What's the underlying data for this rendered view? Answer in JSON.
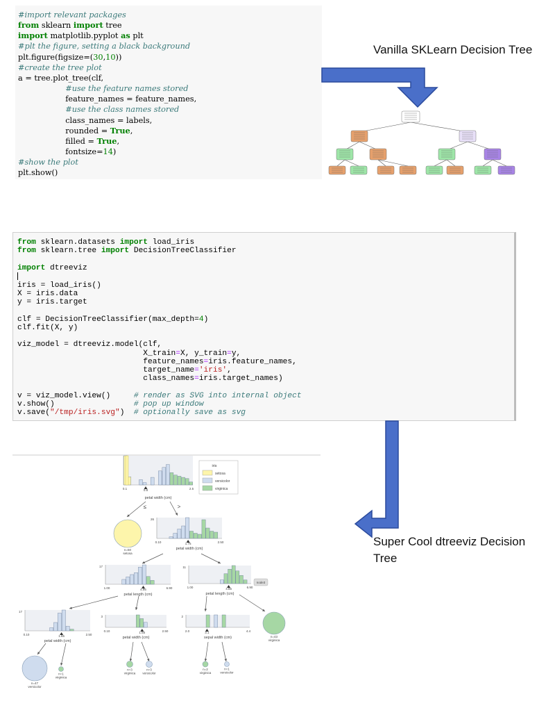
{
  "code_blocks": [
    {
      "name": "sklearn-plot-tree-code",
      "lines": [
        [
          [
            "c",
            "#import relevant packages"
          ]
        ],
        [
          [
            "k",
            "from"
          ],
          [
            "t",
            " sklearn "
          ],
          [
            "k",
            "import"
          ],
          [
            "t",
            " tree"
          ]
        ],
        [
          [
            "k",
            "import"
          ],
          [
            "t",
            " matplotlib.pyplot "
          ],
          [
            "k",
            "as"
          ],
          [
            "t",
            " plt"
          ]
        ],
        [
          [
            "c",
            "#plt the figure, setting a black background"
          ]
        ],
        [
          [
            "t",
            "plt.figure(figsize=("
          ],
          [
            "n",
            "30"
          ],
          [
            "t",
            ","
          ],
          [
            "n",
            "10"
          ],
          [
            "t",
            "))"
          ]
        ],
        [
          [
            "c",
            "#create the tree plot"
          ]
        ],
        [
          [
            "t",
            "a = tree.plot_tree(clf,"
          ]
        ],
        [
          [
            "t",
            "                   "
          ],
          [
            "c",
            "#use the feature names stored"
          ]
        ],
        [
          [
            "t",
            "                   feature_names = feature_names,"
          ]
        ],
        [
          [
            "t",
            "                   "
          ],
          [
            "c",
            "#use the class names stored"
          ]
        ],
        [
          [
            "t",
            "                   class_names = labels,"
          ]
        ],
        [
          [
            "t",
            "                   rounded = "
          ],
          [
            "k",
            "True"
          ],
          [
            "t",
            ","
          ]
        ],
        [
          [
            "t",
            "                   filled = "
          ],
          [
            "k",
            "True"
          ],
          [
            "t",
            ","
          ]
        ],
        [
          [
            "t",
            "                   fontsize="
          ],
          [
            "n",
            "14"
          ],
          [
            "t",
            ")"
          ]
        ],
        [
          [
            "c",
            "#show the plot"
          ]
        ],
        [
          [
            "t",
            "plt.show()"
          ]
        ]
      ]
    },
    {
      "name": "dtreeviz-code",
      "lines": [
        [
          [
            "k",
            "from"
          ],
          [
            "t",
            " sklearn.datasets "
          ],
          [
            "k",
            "import"
          ],
          [
            "t",
            " load_iris"
          ]
        ],
        [
          [
            "k",
            "from"
          ],
          [
            "t",
            " sklearn.tree "
          ],
          [
            "k",
            "import"
          ],
          [
            "t",
            " DecisionTreeClassifier"
          ]
        ],
        [
          [
            "t",
            ""
          ]
        ],
        [
          [
            "k",
            "import"
          ],
          [
            "t",
            " dtreeviz"
          ]
        ],
        [
          [
            "cursor",
            ""
          ]
        ],
        [
          [
            "t",
            "iris = load_iris()"
          ]
        ],
        [
          [
            "t",
            "X = iris.data"
          ]
        ],
        [
          [
            "t",
            "y = iris.target"
          ]
        ],
        [
          [
            "t",
            ""
          ]
        ],
        [
          [
            "t",
            "clf = DecisionTreeClassifier(max_depth="
          ],
          [
            "n",
            "4"
          ],
          [
            "t",
            ")"
          ]
        ],
        [
          [
            "t",
            "clf.fit(X, y)"
          ]
        ],
        [
          [
            "t",
            ""
          ]
        ],
        [
          [
            "t",
            "viz_model = dtreeviz.model(clf,"
          ]
        ],
        [
          [
            "t",
            "                           X_train"
          ],
          [
            "o",
            "="
          ],
          [
            "t",
            "X, y_train"
          ],
          [
            "o",
            "="
          ],
          [
            "t",
            "y,"
          ]
        ],
        [
          [
            "t",
            "                           feature_names"
          ],
          [
            "o",
            "="
          ],
          [
            "t",
            "iris.feature_names,"
          ]
        ],
        [
          [
            "t",
            "                           target_name"
          ],
          [
            "o",
            "="
          ],
          [
            "s",
            "'iris'"
          ],
          [
            "t",
            ","
          ]
        ],
        [
          [
            "t",
            "                           class_names"
          ],
          [
            "o",
            "="
          ],
          [
            "t",
            "iris.target_names)"
          ]
        ],
        [
          [
            "t",
            ""
          ]
        ],
        [
          [
            "t",
            "v = viz_model.view()     "
          ],
          [
            "c",
            "# render as SVG into internal object"
          ]
        ],
        [
          [
            "t",
            "v.show()                 "
          ],
          [
            "c",
            "# pop up window"
          ]
        ],
        [
          [
            "t",
            "v.save("
          ],
          [
            "s",
            "\"/tmp/iris.svg\""
          ],
          [
            "t",
            ")  "
          ],
          [
            "c",
            "# optionally save as svg"
          ]
        ]
      ]
    }
  ],
  "captions": {
    "vanilla": "Vanilla SKLearn Decision Tree",
    "dtreeviz": "Super Cool dtreeviz Decision Tree"
  },
  "dtreeviz_figure": {
    "legend": {
      "title": "iris",
      "items": [
        {
          "label": "setosa",
          "color": "#fdf5ab"
        },
        {
          "label": "versicolor",
          "color": "#cfdcee"
        },
        {
          "label": "virginica",
          "color": "#a6d7a4"
        }
      ]
    },
    "split_labels": {
      "le": "≤",
      "gt": ">"
    },
    "node_label": "node3",
    "nodes": {
      "root": {
        "feature": "petal width (cm)",
        "ticks": [
          "0.1",
          "0.8",
          "2.5"
        ]
      },
      "n1": {
        "feature": "petal width (cm)",
        "ticks": [
          "0.10",
          "1.75",
          "2.50"
        ],
        "ymax": "26"
      },
      "n2": {
        "feature": "petal length (cm)",
        "ticks": [
          "1.00",
          "4.95",
          "6.90"
        ],
        "ymax": "17"
      },
      "n3": {
        "feature": "petal length (cm)",
        "ticks": [
          "1.00",
          "4.85",
          "6.90"
        ],
        "ymax": "11"
      },
      "n4": {
        "feature": "petal width (cm)",
        "ticks": [
          "0.10",
          "1.65",
          "2.50"
        ],
        "ymax": "17"
      },
      "n5": {
        "feature": "petal width (cm)",
        "ticks": [
          "0.10",
          "1.55",
          "2.50"
        ],
        "ymax": "3"
      },
      "n6": {
        "feature": "sepal width (cm)",
        "ticks": [
          "2.0",
          "3.1",
          "4.4"
        ],
        "ymax": "2"
      }
    },
    "leaves": {
      "setosa50": {
        "n": "n=50",
        "cls": "setosa"
      },
      "virginica43": {
        "n": "n=43",
        "cls": "virginica"
      },
      "versicolor47": {
        "n": "n=47",
        "cls": "versicolor"
      },
      "virginica1": {
        "n": "n=1",
        "cls": "virginica"
      },
      "virginica3": {
        "n": "n=3",
        "cls": "virginica"
      },
      "versicolor3": {
        "n": "n=3",
        "cls": "versicolor"
      },
      "virginica2": {
        "n": "n=2",
        "cls": "virginica"
      },
      "versicolor1": {
        "n": "n=1",
        "cls": "versicolor"
      }
    }
  },
  "colors": {
    "arrow_fill": "#4a6fc9",
    "arrow_stroke": "#2a4a9c",
    "setosa": "#fdf5ab",
    "versicolor": "#cfdcee",
    "virginica": "#a6d7a4",
    "panel_bg": "#eef0f4",
    "sk_orange": "#e6a06c",
    "sk_green": "#9ee6a8",
    "sk_purple": "#a884e6"
  }
}
